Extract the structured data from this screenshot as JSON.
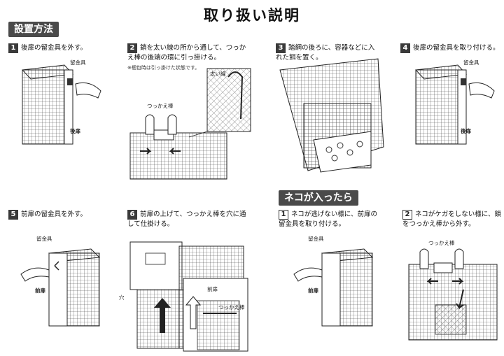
{
  "title": "取り扱い説明",
  "sections": {
    "setup": "設置方法",
    "cat_caught": "ネコが入ったら"
  },
  "steps": [
    {
      "num": "1",
      "text": "後扉の留金具を外す。",
      "labels": [
        "留金具",
        "後扉"
      ]
    },
    {
      "num": "2",
      "text": "鎖を太い線の所から通して、つっかえ棒の後端の環に引っ掛ける。",
      "note": "※梱包時は引っ掛けた状態です。",
      "labels": [
        "つっかえ棒",
        "太い線"
      ]
    },
    {
      "num": "3",
      "text": "踏網の後ろに、容器などに入れた餌を置く。"
    },
    {
      "num": "4",
      "text": "後扉の留金具を取り付ける。",
      "labels": [
        "留金具",
        "後扉"
      ]
    },
    {
      "num": "5",
      "text": "前扉の留金具を外す。",
      "labels": [
        "留金具",
        "前扉"
      ]
    },
    {
      "num": "6",
      "text": "前扉の上げて、つっかえ棒を穴に通して仕掛ける。",
      "labels": [
        "穴",
        "前扉",
        "つっかえ棒"
      ]
    }
  ],
  "cat_steps": [
    {
      "num": "1",
      "text": "ネコが逃げない様に、前扉の留金具を取り付ける。",
      "labels": [
        "留金具",
        "前扉"
      ]
    },
    {
      "num": "2",
      "text": "ネコがケガをしない様に、鎖をつっかえ棒から外す。",
      "labels": [
        "つっかえ棒"
      ]
    }
  ]
}
